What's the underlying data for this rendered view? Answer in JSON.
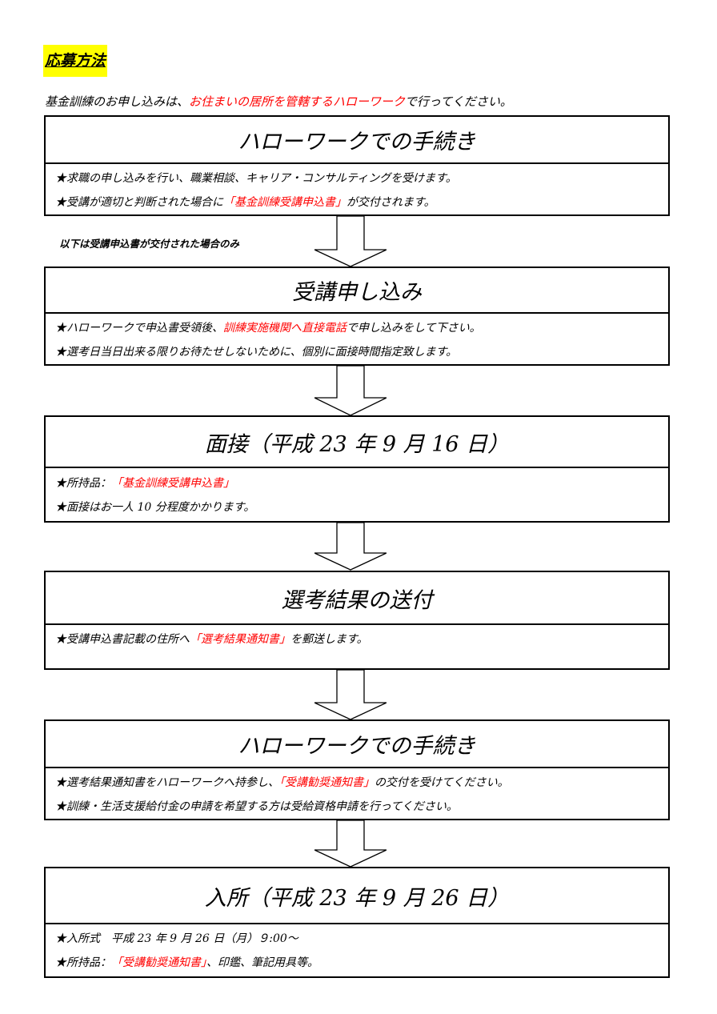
{
  "title": "応募方法",
  "intro": {
    "before": "基金訓練のお申し込みは、",
    "highlight": "お住まいの居所を管轄するハローワーク",
    "after": "で行ってください。"
  },
  "note": "以下は受講申込書が交付された場合のみ",
  "steps": [
    {
      "heading": "ハローワークでの手続き",
      "lines": [
        {
          "pre": "★求職の申し込みを行い、職業相談、キャリア・コンサルティングを受けます。",
          "red": "",
          "post": ""
        },
        {
          "pre": "★受講が適切と判断された場合に",
          "red": "「基金訓練受講申込書」",
          "post": "が交付されます。"
        }
      ]
    },
    {
      "heading": "受講申し込み",
      "lines": [
        {
          "pre": "★ハローワークで申込書受領後、",
          "red": "訓練実施機関へ直接電話",
          "post": "で申し込みをして下さい。"
        },
        {
          "pre": "★選考日当日出来る限りお待たせしないために、個別に面接時間指定致します。",
          "red": "",
          "post": ""
        }
      ]
    },
    {
      "heading": "面接（平成 23 年 9 月 16 日）",
      "lines": [
        {
          "pre": "★所持品：",
          "red": "「基金訓練受講申込書」",
          "post": ""
        },
        {
          "pre": "★面接はお一人 10 分程度かかります。",
          "red": "",
          "post": ""
        }
      ]
    },
    {
      "heading": "選考結果の送付",
      "lines": [
        {
          "pre": "★受講申込書記載の住所へ",
          "red": "「選考結果通知書」",
          "post": "を郵送します。"
        }
      ]
    },
    {
      "heading": "ハローワークでの手続き",
      "lines": [
        {
          "pre": "★選考結果通知書をハローワークへ持参し、",
          "red": "「受講勧奨通知書」",
          "post": "の交付を受けてください。"
        },
        {
          "pre": "★訓練・生活支援給付金の申請を希望する方は受給資格申請を行ってください。",
          "red": "",
          "post": ""
        }
      ]
    },
    {
      "heading": "入所（平成 23 年 9 月 26 日）",
      "lines": [
        {
          "pre": "★入所式　平成 23 年 9 月 26 日（月）９:00～",
          "red": "",
          "post": ""
        },
        {
          "pre": "★所持品：",
          "red": "「受講勧奨通知書」",
          "post": "、印鑑、筆記用具等。"
        }
      ]
    }
  ]
}
